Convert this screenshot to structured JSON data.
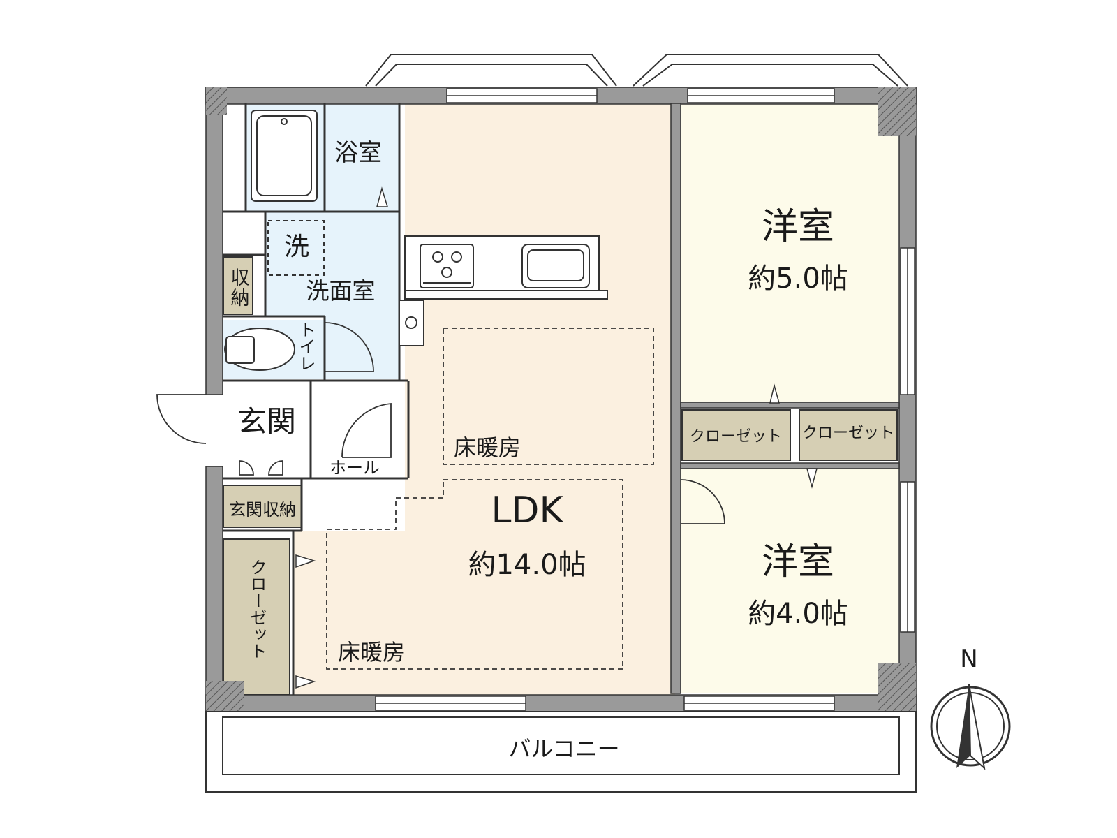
{
  "rooms": {
    "bath": "浴室",
    "washer": "洗",
    "washroom": "洗面室",
    "storage": "収納",
    "toilet": "トイレ",
    "entrance": "玄関",
    "hall": "ホール",
    "entrance_storage": "玄関収納",
    "closet_vertical": "クローゼット",
    "ldk": "LDK",
    "ldk_size": "約14.0帖",
    "floor_heating_1": "床暖房",
    "floor_heating_2": "床暖房",
    "western_room_1": "洋室",
    "western_room_1_size": "約5.0帖",
    "western_room_2": "洋室",
    "western_room_2_size": "約4.0帖",
    "closet_a": "クローゼット",
    "closet_b": "クローゼット",
    "balcony": "バルコニー"
  },
  "compass": {
    "north": "N"
  },
  "colors": {
    "wall": "#9a9a9a",
    "ldk_floor": "#fbf0e0",
    "wet_area": "#e6f3fb",
    "western_floor": "#fdfbea",
    "storage_fill": "#d6cfb4"
  }
}
